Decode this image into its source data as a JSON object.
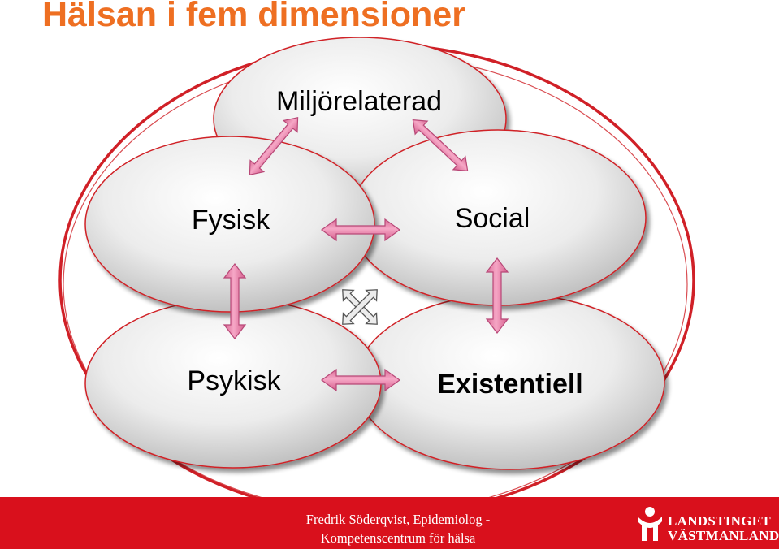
{
  "title": "Hälsan i fem dimensioner",
  "dimensions": {
    "miljo": "Miljörelaterad",
    "fysisk": "Fysisk",
    "social": "Social",
    "psykisk": "Psykisk",
    "existentiell": "Existentiell"
  },
  "relations": [
    {
      "from": "Fysisk",
      "to": "Miljörelaterad"
    },
    {
      "from": "Miljörelaterad",
      "to": "Social"
    },
    {
      "from": "Fysisk",
      "to": "Social"
    },
    {
      "from": "Fysisk",
      "to": "Psykisk"
    },
    {
      "from": "Social",
      "to": "Existentiell"
    },
    {
      "from": "Psykisk",
      "to": "Existentiell"
    }
  ],
  "footer": {
    "line1": "Fredrik Söderqvist, Epidemiolog -",
    "line2": "Kompetenscentrum för hälsa"
  },
  "logo": {
    "line1": "Landstinget",
    "line2": "Västmanland"
  },
  "colors": {
    "title": "#ee6f22",
    "outline": "#d02027",
    "arrow_fill": "#f08cb4",
    "footer_bg": "#d9101c"
  }
}
